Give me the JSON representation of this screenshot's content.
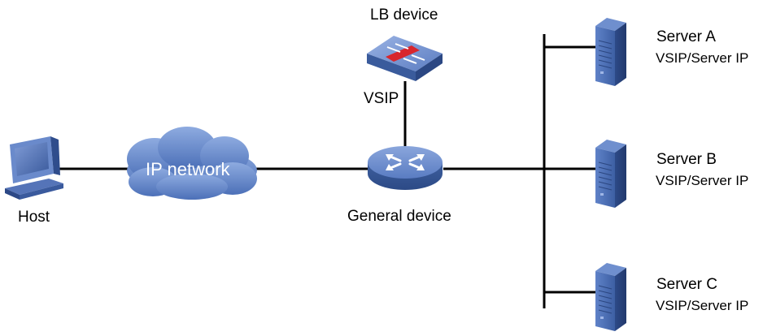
{
  "host": {
    "label": "Host",
    "icon": "desktop-computer-icon"
  },
  "network": {
    "label": "IP network",
    "icon": "cloud-icon"
  },
  "general_device": {
    "label": "General device",
    "icon": "switch-icon"
  },
  "lb_device": {
    "label": "LB device",
    "interface_label": "VSIP",
    "icon": "load-balancer-icon"
  },
  "servers": [
    {
      "name": "Server A",
      "ip_label": "VSIP/Server IP",
      "icon": "server-tower-icon"
    },
    {
      "name": "Server B",
      "ip_label": "VSIP/Server IP",
      "icon": "server-tower-icon"
    },
    {
      "name": "Server C",
      "ip_label": "VSIP/Server IP",
      "icon": "server-tower-icon"
    }
  ],
  "colors": {
    "device_blue": "#4a6fb5",
    "cloud_blue": "#5b7fc6",
    "server_blue": "#3f62a8",
    "lb_red": "#d8262d"
  }
}
